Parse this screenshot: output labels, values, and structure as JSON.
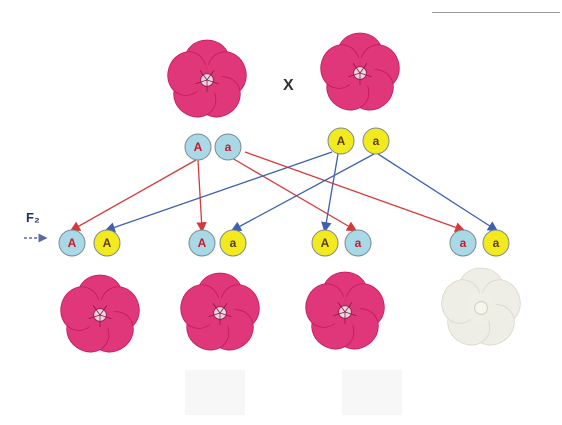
{
  "cross_symbol": "X",
  "generation_label": "F₂",
  "colors": {
    "pink_petal": "#e0377a",
    "pink_petal_dark": "#c2185b",
    "white_petal": "#efeee6",
    "dominant_fill": "#f2ea1f",
    "recessive_fill": "#a9d8e6",
    "dominant_text": "#c51a2c",
    "recessive_text": "#c51a2c",
    "parent1_line": "#d43a3a",
    "parent2_line": "#3f5fb0"
  },
  "parents": [
    {
      "alleles": [
        "A",
        "a"
      ],
      "phenotype": "pink",
      "allele_style": "recessive"
    },
    {
      "alleles": [
        "A",
        "a"
      ],
      "phenotype": "pink",
      "allele_style": "dominant"
    }
  ],
  "offspring": [
    {
      "alleles": [
        "A",
        "A"
      ],
      "styles": [
        "recessive",
        "dominant"
      ],
      "phenotype": "pink"
    },
    {
      "alleles": [
        "A",
        "a"
      ],
      "styles": [
        "recessive",
        "dominant"
      ],
      "phenotype": "pink"
    },
    {
      "alleles": [
        "A",
        "a"
      ],
      "styles": [
        "dominant",
        "recessive"
      ],
      "phenotype": "pink"
    },
    {
      "alleles": [
        "a",
        "a"
      ],
      "styles": [
        "recessive",
        "dominant"
      ],
      "phenotype": "white"
    }
  ]
}
